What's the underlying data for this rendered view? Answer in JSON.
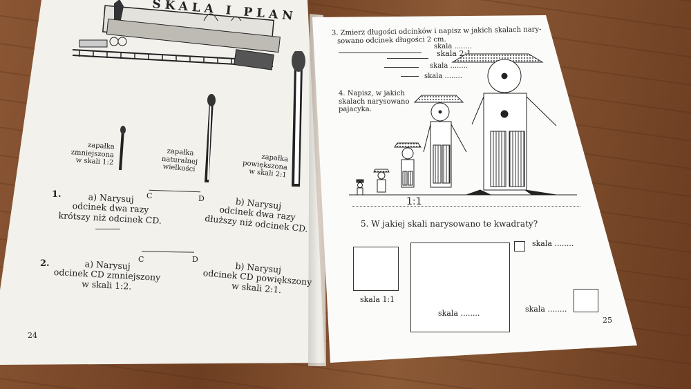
{
  "left_page": {
    "banner_title": "SKALA I PLAN",
    "page_number": "24",
    "matches": [
      {
        "label": [
          "zapałka",
          "zmniejszona",
          "w skali 1:2"
        ]
      },
      {
        "label": [
          "zapałka",
          "naturalnej",
          "wielkości"
        ]
      },
      {
        "label": [
          "zapałka",
          "powiększona",
          "w skali 2:1"
        ]
      }
    ],
    "task1": {
      "number": "1.",
      "point_c": "C",
      "point_d": "D",
      "a_lines": [
        "a) Narysuj",
        "odcinek dwa razy",
        "krótszy niż odcinek CD."
      ],
      "b_lines": [
        "b) Narysuj",
        "odcinek dwa razy",
        "dłuższy niż odcinek CD."
      ]
    },
    "task2": {
      "number": "2.",
      "point_c": "C",
      "point_d": "D",
      "a_lines": [
        "a) Narysuj",
        "odcinek CD zmniejszony",
        "w skali 1:2."
      ],
      "b_lines": [
        "b) Narysuj",
        "odcinek CD powiększony",
        "w skali 2:1."
      ]
    }
  },
  "right_page": {
    "page_number": "25",
    "task3": {
      "lines": [
        "3. Zmierz długości odcinków i napisz w jakich skalach nary-",
        "sowano odcinek długości 2 cm."
      ],
      "answers": [
        "skala ........",
        "skala 2:1",
        "skala ........",
        "skala ........"
      ]
    },
    "task4": {
      "lines": [
        "4. Napisz, w jakich",
        "skalach narysowano",
        "pajacyka."
      ],
      "handwritten": "1:1"
    },
    "task5": {
      "title": "5. W jakiej skali narysowano te kwadraty?",
      "labels": [
        "skala 1:1",
        "skala ........",
        "skala ........",
        "skala ........"
      ]
    }
  }
}
